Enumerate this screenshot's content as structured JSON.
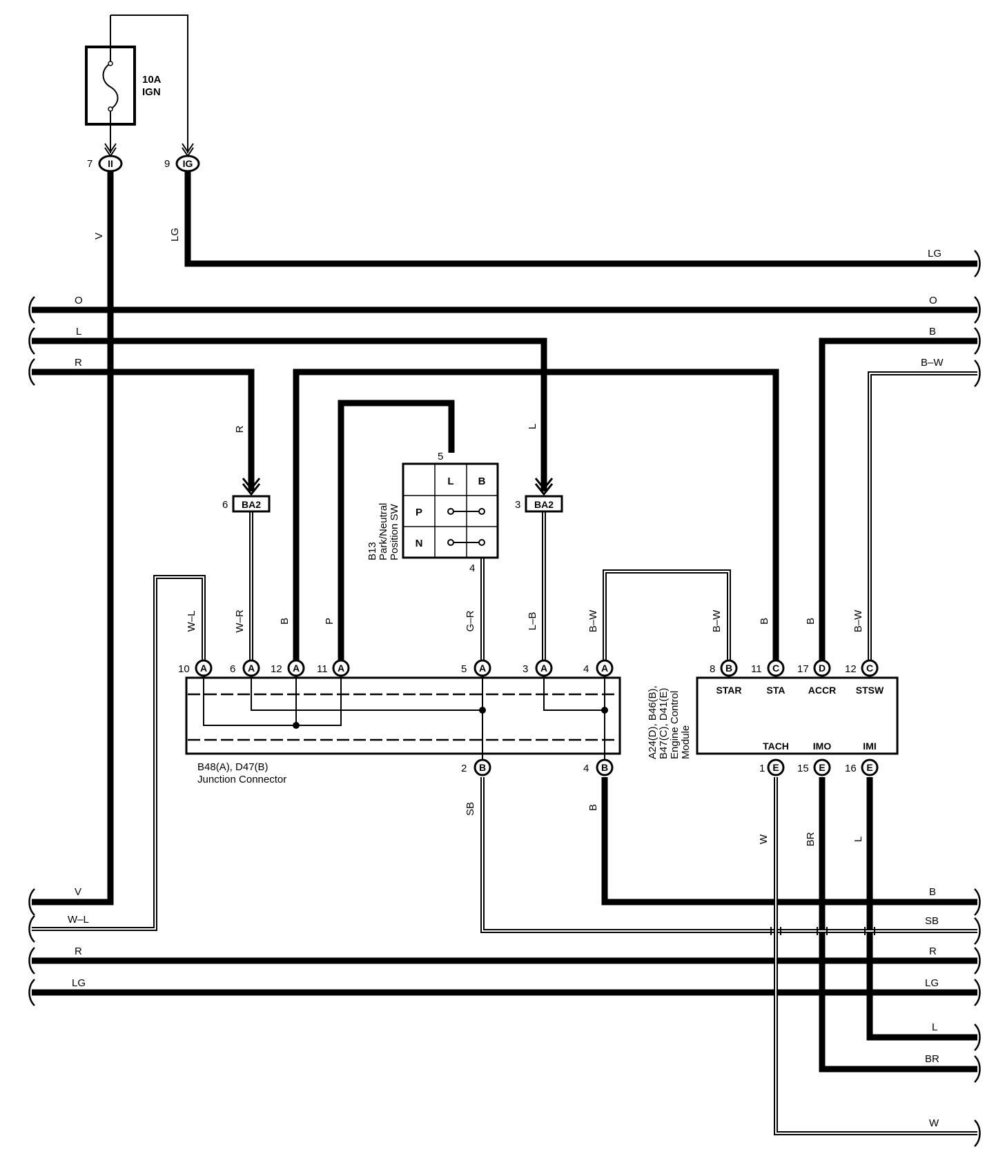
{
  "fuse": {
    "rating": "10A",
    "name": "IGN"
  },
  "ignition_terminals": [
    {
      "pin": "7",
      "name": "II"
    },
    {
      "pin": "9",
      "name": "IG"
    }
  ],
  "bus_wire_labels": {
    "LG_top_right": "LG",
    "O_left": "O",
    "O_right": "O",
    "L_left": "L",
    "B_right": "B",
    "R_left": "R",
    "BW_right": "B–W",
    "V_bottom_left": "V",
    "WL_bottom_left": "W–L",
    "R_bottom_left": "R",
    "LG_bottom_left": "LG",
    "B_bottom_right": "B",
    "SB_bottom_right": "SB",
    "R_bottom_right": "R",
    "LG_bottom_right": "LG",
    "L_lower_right": "L",
    "BR_lower_right": "BR",
    "W_lower_right": "W"
  },
  "vertical_wire_labels": {
    "V": "V",
    "LG": "LG",
    "R": "R",
    "L": "L",
    "WL": "W–L",
    "WR": "W–R",
    "B1": "B",
    "P": "P",
    "GR": "G–R",
    "LB": "L–B",
    "BW1": "B–W",
    "BW2": "B–W",
    "B2": "B",
    "B3": "B",
    "BW3": "B–W",
    "SB": "SB",
    "B4": "B",
    "W": "W",
    "BR": "BR",
    "L2": "L"
  },
  "ba2_connectors": [
    {
      "pin": "6",
      "code": "BA2"
    },
    {
      "pin": "3",
      "code": "BA2"
    }
  ],
  "park_neutral_switch": {
    "code": "B13",
    "name_line1": "Park/Neutral",
    "name_line2": "Position SW",
    "pin_top": "5",
    "pin_bottom": "4",
    "col_labels": [
      "L",
      "B"
    ],
    "row_labels": [
      "P",
      "N"
    ]
  },
  "junction_connector": {
    "code": "B48(A), D47(B)",
    "name": "Junction Connector",
    "top_pins": [
      {
        "pin": "10",
        "conn": "A"
      },
      {
        "pin": "6",
        "conn": "A"
      },
      {
        "pin": "12",
        "conn": "A"
      },
      {
        "pin": "11",
        "conn": "A"
      },
      {
        "pin": "5",
        "conn": "A"
      },
      {
        "pin": "3",
        "conn": "A"
      },
      {
        "pin": "4",
        "conn": "A"
      }
    ],
    "bottom_pins": [
      {
        "pin": "2",
        "conn": "B"
      },
      {
        "pin": "4",
        "conn": "B"
      }
    ]
  },
  "ecm": {
    "code_line1": "A24(D), B46(B),",
    "code_line2": "B47(C), D41(E)",
    "name_line1": "Engine Control",
    "name_line2": "Module",
    "top_pins": [
      {
        "pin": "8",
        "conn": "B",
        "name": "STAR"
      },
      {
        "pin": "11",
        "conn": "C",
        "name": "STA"
      },
      {
        "pin": "17",
        "conn": "D",
        "name": "ACCR"
      },
      {
        "pin": "12",
        "conn": "C",
        "name": "STSW"
      }
    ],
    "bottom_pins": [
      {
        "pin": "1",
        "conn": "E",
        "name": "TACH"
      },
      {
        "pin": "15",
        "conn": "E",
        "name": "IMO"
      },
      {
        "pin": "16",
        "conn": "E",
        "name": "IMI"
      }
    ]
  }
}
